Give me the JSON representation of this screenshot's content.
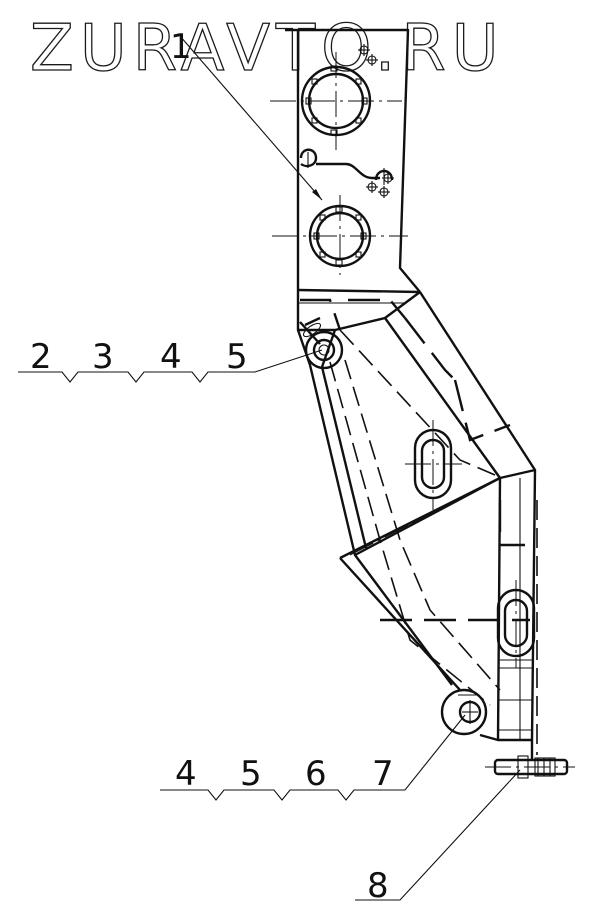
{
  "watermark": {
    "text": "ZURAVTO.RU"
  },
  "callouts": {
    "top_left": {
      "labels": [
        "2",
        "3",
        "4",
        "5"
      ]
    },
    "bottom_left": {
      "labels": [
        "4",
        "5",
        "6",
        "7"
      ]
    },
    "part_1": {
      "label": "1"
    },
    "part_8": {
      "label": "8"
    }
  }
}
